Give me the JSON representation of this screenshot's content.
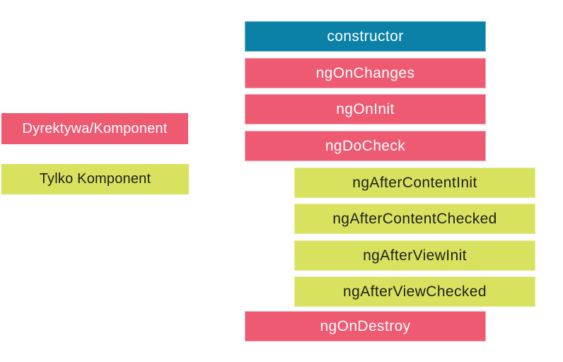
{
  "colors": {
    "background": "#ffffff",
    "teal": "#0b81a7",
    "pink": "#ed5a72",
    "green": "#d8e25e",
    "text_light": "#ffffff",
    "text_dark": "#1f1f1f"
  },
  "legend": {
    "items": [
      {
        "label": "Dyrektywa/Komponent",
        "color": "pink"
      },
      {
        "label": "Tylko Komponent",
        "color": "green"
      }
    ]
  },
  "lifecycle": {
    "boxes": [
      {
        "label": "constructor",
        "color": "teal",
        "indented": false
      },
      {
        "label": "ngOnChanges",
        "color": "pink",
        "indented": false
      },
      {
        "label": "ngOnInit",
        "color": "pink",
        "indented": false
      },
      {
        "label": "ngDoCheck",
        "color": "pink",
        "indented": false
      },
      {
        "label": "ngAfterContentInit",
        "color": "green",
        "indented": true
      },
      {
        "label": "ngAfterContentChecked",
        "color": "green",
        "indented": true
      },
      {
        "label": "ngAfterViewInit",
        "color": "green",
        "indented": true
      },
      {
        "label": "ngAfterViewChecked",
        "color": "green",
        "indented": true
      },
      {
        "label": "ngOnDestroy",
        "color": "pink",
        "indented": false
      }
    ]
  }
}
